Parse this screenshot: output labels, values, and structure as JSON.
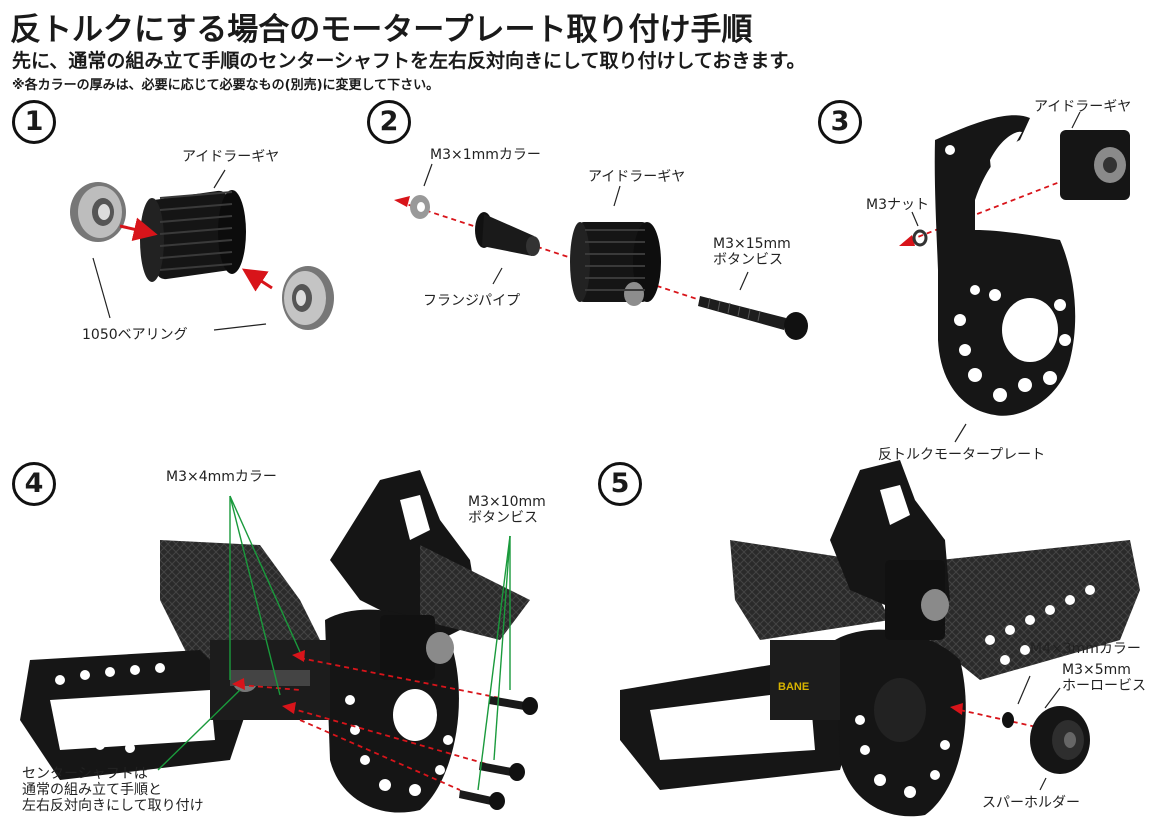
{
  "header": {
    "title": "反トルクにする場合のモータープレート取り付け手順",
    "subtitle": "先に、通常の組み立て手順のセンターシャフトを左右反対向きにして取り付けしておきます。",
    "note": "※各カラーの厚みは、必要に応じて必要なもの(別売)に変更して下さい。"
  },
  "steps": {
    "s1": "1",
    "s2": "2",
    "s3": "3",
    "s4": "4",
    "s5": "5"
  },
  "labels": {
    "idler_gear_1": "アイドラーギヤ",
    "bearing_1050": "1050ベアリング",
    "m3x1_collar": "M3×1mmカラー",
    "idler_gear_2": "アイドラーギヤ",
    "m3x15_line1": "M3×15mm",
    "m3x15_line2": "ボタンビス",
    "flange_pipe": "フランジパイプ",
    "idler_gear_3": "アイドラーギヤ",
    "m3_nut": "M3ナット",
    "reverse_plate": "反トルクモータープレート",
    "m3x4_collar": "M3×4mmカラー",
    "m3x10_line1": "M3×10mm",
    "m3x10_line2": "ボタンビス",
    "center_shaft_line1": "センターシャフトは",
    "center_shaft_line2": "通常の組み立て手順と",
    "center_shaft_line3": "左右反対向きにして取り付け",
    "m4x3_collar": "M4×3mmカラー",
    "m3x5_line1": "M3×5mm",
    "m3x5_line2": "ホーロービス",
    "spur_holder": "スパーホルダー"
  },
  "colors": {
    "arrow_red": "#d8141a",
    "leader_green": "#1a9a3c",
    "part_black": "#151515",
    "metal": "#9a9a9a"
  }
}
